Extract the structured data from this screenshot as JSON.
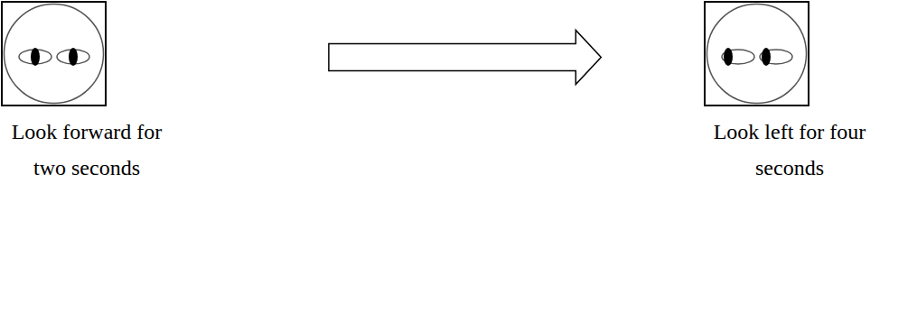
{
  "diagram": {
    "nodes": [
      {
        "text": [
          "Look forward for two seconds"
        ]
      },
      {
        "text": [
          "Look left for four seconds"
        ]
      }
    ],
    "edges": [
      {
        "from": 0,
        "to": 1,
        "arrow": "to"
      }
    ]
  }
}
